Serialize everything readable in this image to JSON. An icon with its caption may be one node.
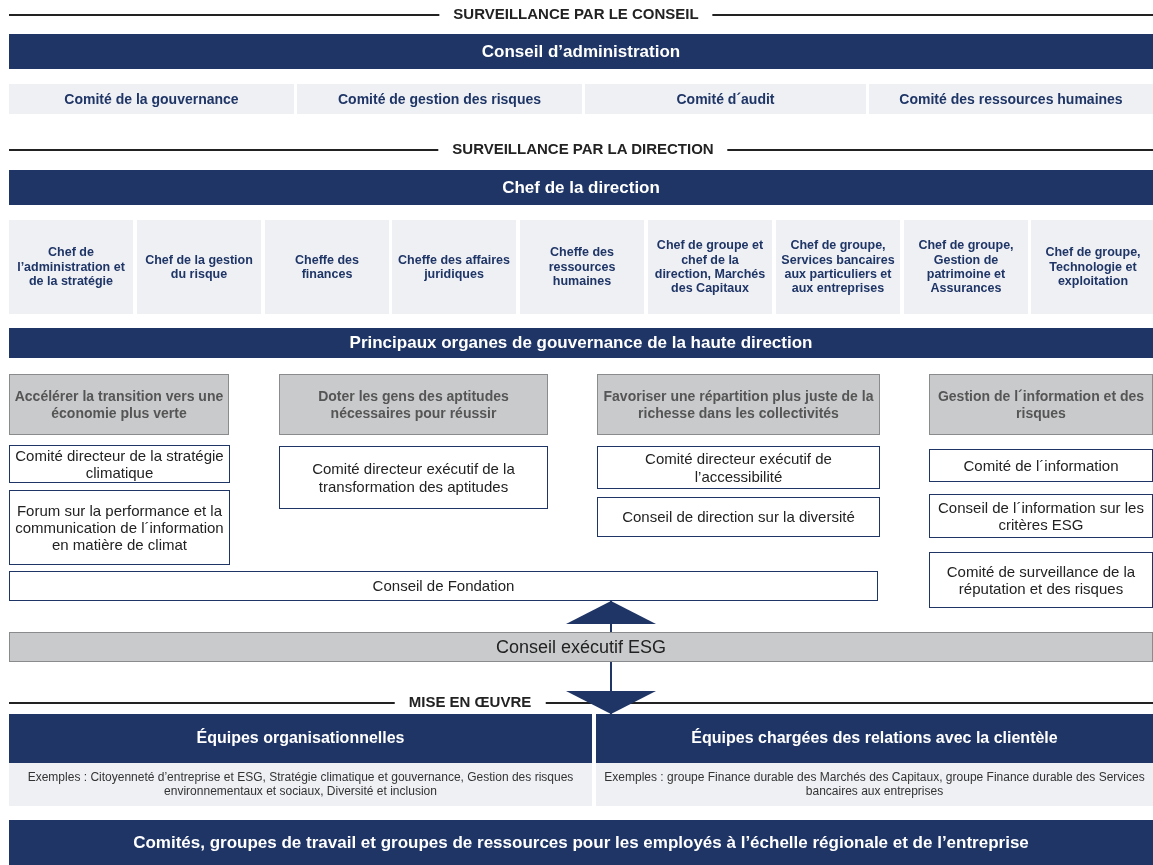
{
  "diagram": {
    "nodes": [
      {
        "text": [
          "Conseil d’administration"
        ]
      },
      {
        "text": [
          "Comité de la gouvernance"
        ]
      },
      {
        "text": [
          "Comité de gestion des risques"
        ]
      },
      {
        "text": [
          "Comité d´audit"
        ]
      },
      {
        "text": [
          "Comité des ressources humaines"
        ]
      },
      {
        "text": [
          "Chef de la direction"
        ]
      },
      {
        "text": [
          "Chef de l’administration et de la stratégie"
        ]
      },
      {
        "text": [
          "Chef de la gestion du risque"
        ]
      },
      {
        "text": [
          "Cheffe des finances"
        ]
      },
      {
        "text": [
          "Cheffe des affaires juridiques"
        ]
      },
      {
        "text": [
          "Cheffe des ressources humaines"
        ]
      },
      {
        "text": [
          "Chef de groupe et chef de la direction, Marchés des Capitaux"
        ]
      },
      {
        "text": [
          "Chef de groupe, Services bancaires aux particuliers et aux entreprises"
        ]
      },
      {
        "text": [
          "Chef de groupe, Gestion de patrimoine et Assurances"
        ]
      },
      {
        "text": [
          "Chef de groupe, Technologie et exploitation"
        ]
      },
      {
        "text": [
          "Principaux organes de gouvernance de la haute direction"
        ]
      },
      {
        "text": [
          "Accélérer la transition vers une économie plus verte"
        ]
      },
      {
        "text": [
          "Comité directeur de la stratégie climatique"
        ]
      },
      {
        "text": [
          "Forum sur la performance et la communication de l´information en matière de climat"
        ]
      },
      {
        "text": [
          "Doter les gens des aptitudes nécessaires pour réussir"
        ]
      },
      {
        "text": [
          "Comité directeur exécutif de la transformation des aptitudes"
        ]
      },
      {
        "text": [
          "Favoriser une répartition plus juste de la richesse dans les collectivités"
        ]
      },
      {
        "text": [
          "Comité directeur exécutif de l’accessibilité"
        ]
      },
      {
        "text": [
          "Conseil de direction sur la diversité"
        ]
      },
      {
        "text": [
          "Gestion de l´information et des risques"
        ]
      },
      {
        "text": [
          "Comité de l´information"
        ]
      },
      {
        "text": [
          "Conseil de l´information sur les critères ESG"
        ]
      },
      {
        "text": [
          "Comité de surveillance de la réputation et des risques"
        ]
      },
      {
        "text": [
          "Conseil de Fondation"
        ]
      },
      {
        "text": [
          "Conseil exécutif ESG"
        ]
      },
      {
        "text": [
          "Équipes organisationnelles",
          "Exemples : Citoyenneté d’entreprise et ESG, Stratégie climatique et gouvernance, Gestion des risques environnementaux et sociaux, Diversité et inclusion"
        ]
      },
      {
        "text": [
          "Équipes chargées des relations avec la clientèle",
          "Exemples : groupe Finance durable des Marchés des Capitaux, groupe Finance durable des Services bancaires aux entreprises"
        ]
      },
      {
        "text": [
          "Comités, groupes de travail et groupes de ressources pour les employés à l’échelle régionale et de l’entreprise"
        ]
      }
    ],
    "edges": [
      {
        "from": 29,
        "to": 28,
        "arrow": "to"
      },
      {
        "from": 29,
        "to": 30,
        "arrow": "to"
      }
    ],
    "labels": [
      "SURVEILLANCE PAR LE CONSEIL",
      "SURVEILLANCE PAR LA DIRECTION",
      "MISE EN ŒUVRE"
    ]
  }
}
